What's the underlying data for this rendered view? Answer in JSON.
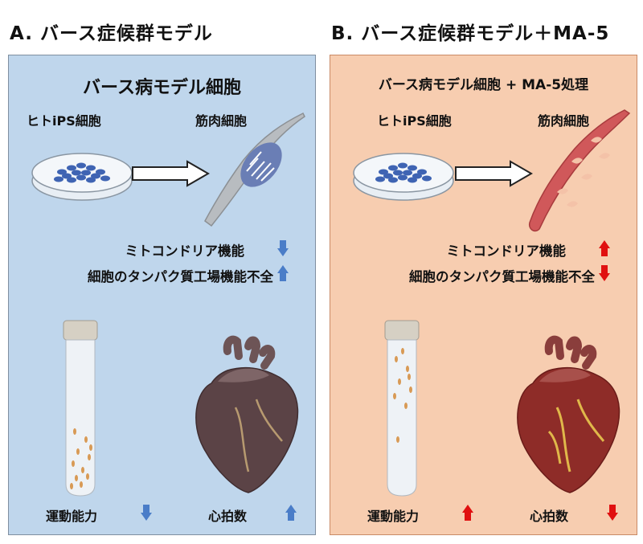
{
  "headings": {
    "a": "A. バース症候群モデル",
    "b": "B. バース症候群モデル＋MA-5"
  },
  "panel_a": {
    "title": "バース病モデル細胞",
    "ips_label": "ヒトiPS細胞",
    "muscle_label": "筋肉細胞",
    "mito_label": "ミトコンドリア機能",
    "mito_trend": "down",
    "factory_label": "細胞のタンパク質工場機能不全",
    "factory_trend": "up",
    "motor_label": "運動能力",
    "motor_trend": "down",
    "heart_label": "心拍数",
    "heart_trend": "up"
  },
  "panel_b": {
    "title": "バース病モデル細胞 + MA-5処理",
    "ips_label": "ヒトiPS細胞",
    "muscle_label": "筋肉細胞",
    "mito_label": "ミトコンドリア機能",
    "mito_trend": "up",
    "factory_label": "細胞のタンパク質工場機能不全",
    "factory_trend": "down",
    "motor_label": "運動能力",
    "motor_trend": "up",
    "heart_label": "心拍数",
    "heart_trend": "down"
  },
  "colors": {
    "panel_a_bg": "#bfd6ec",
    "panel_b_bg": "#f7cdb0",
    "arrow_a": "#4a7dc8",
    "arrow_b": "#e01010"
  }
}
